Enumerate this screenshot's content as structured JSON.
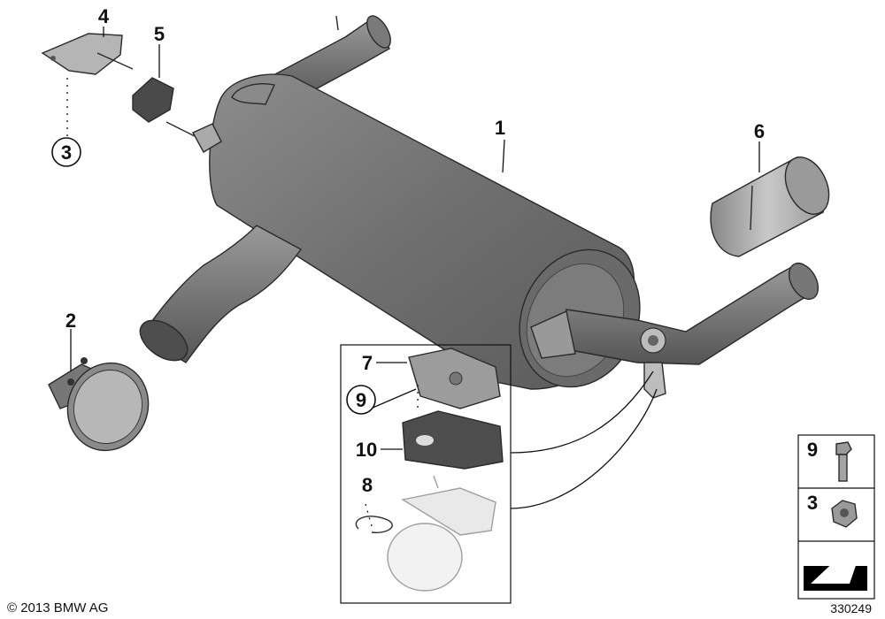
{
  "callouts": {
    "c1": "1",
    "c2": "2",
    "c3": "3",
    "c4": "4",
    "c5": "5",
    "c6": "6",
    "c7": "7",
    "c8": "8",
    "c9": "9",
    "c10": "10"
  },
  "legend": {
    "bolt_number": "9",
    "nut_number": "3"
  },
  "footer": {
    "copyright": "© 2013 BMW AG",
    "diagram_id": "330249"
  },
  "colors": {
    "part_dark": "#6b6b6b",
    "part_mid": "#858585",
    "part_light": "#a9a9a9",
    "part_faded": "#d9d9d9"
  }
}
